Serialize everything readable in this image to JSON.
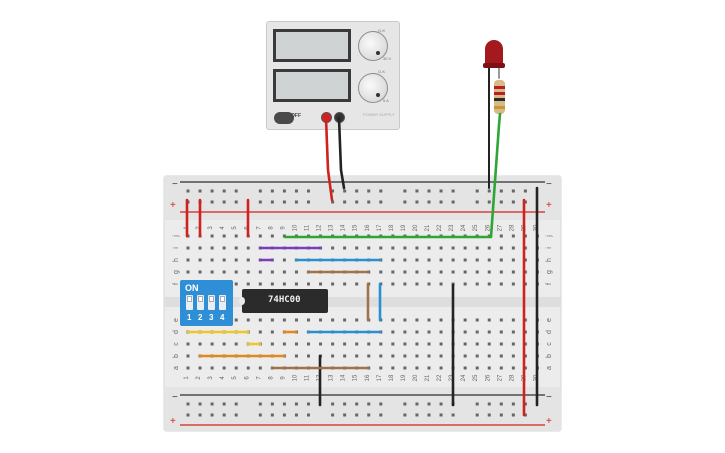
{
  "power_supply": {
    "knob1_label": "O-K",
    "knob1_scale": "30 V",
    "knob2_label": "O-K",
    "knob2_scale": "5 A",
    "switch_label": "OFF",
    "brand": "POWER SUPPLY"
  },
  "breadboard": {
    "row_letters_top": [
      "j",
      "i",
      "h",
      "g",
      "f"
    ],
    "row_letters_bottom": [
      "e",
      "d",
      "c",
      "b",
      "a"
    ],
    "columns": [
      "1",
      "2",
      "3",
      "4",
      "5",
      "6",
      "7",
      "8",
      "9",
      "10",
      "11",
      "12",
      "13",
      "14",
      "15",
      "16",
      "17",
      "18",
      "19",
      "20",
      "21",
      "22",
      "23",
      "24",
      "25",
      "26",
      "27",
      "28",
      "29",
      "30"
    ],
    "rail_minus": "−",
    "rail_plus": "+"
  },
  "dip_switch": {
    "on_label": "ON",
    "numbers": [
      "1",
      "2",
      "3",
      "4"
    ]
  },
  "ic": {
    "label": "74HC00"
  },
  "colors": {
    "red": "#d1211f",
    "black": "#232323",
    "green": "#2ea635",
    "purple": "#7a3fb8",
    "blue": "#2a8fd0",
    "brown": "#a1724a",
    "orange": "#e08a1e",
    "yellow": "#ecc826",
    "rail_red": "#d1211f",
    "rail_black": "#2f2f2f",
    "board": "#ececec"
  }
}
